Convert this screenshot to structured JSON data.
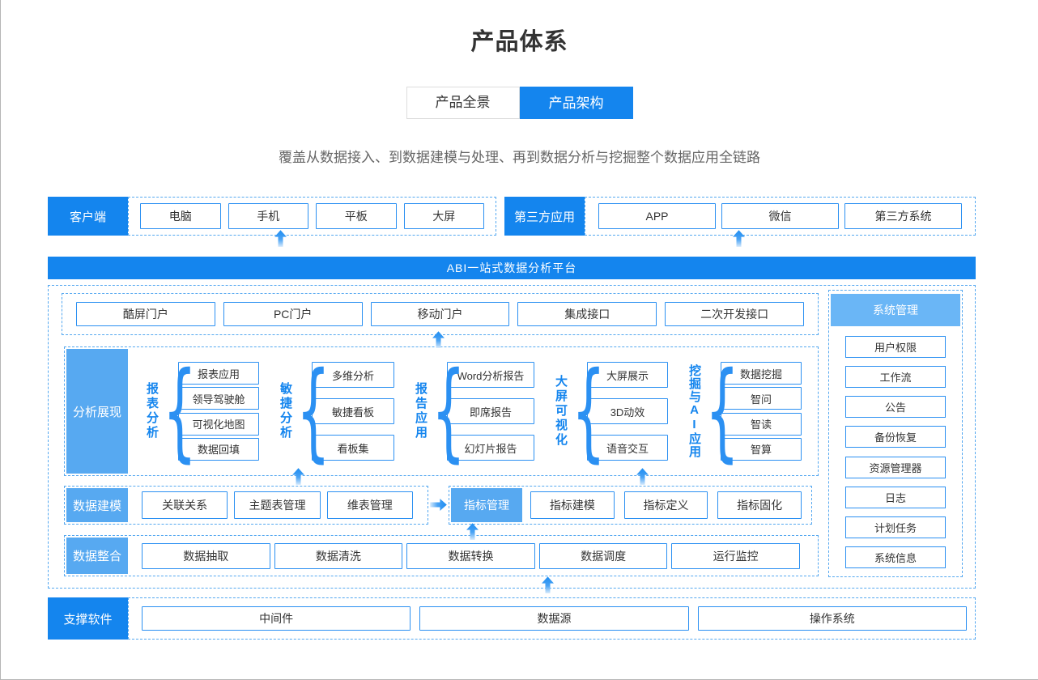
{
  "page": {
    "title": "产品体系",
    "subtitle": "覆盖从数据接入、到数据建模与处理、再到数据分析与挖掘整个数据应用全链路"
  },
  "tabs": {
    "panorama": "产品全景",
    "architecture": "产品架构"
  },
  "client_row": {
    "label": "客户端",
    "items": [
      "电脑",
      "手机",
      "平板",
      "大屏"
    ]
  },
  "thirdparty_row": {
    "label": "第三方应用",
    "items": [
      "APP",
      "微信",
      "第三方系统"
    ]
  },
  "platform": {
    "banner": "ABI一站式数据分析平台"
  },
  "portals": {
    "items": [
      "酷屏门户",
      "PC门户",
      "移动门户",
      "集成接口",
      "二次开发接口"
    ]
  },
  "analysis": {
    "label": "分析展现",
    "groups": [
      {
        "name": "报表分析",
        "items": [
          "报表应用",
          "领导驾驶舱",
          "可视化地图",
          "数据回填"
        ]
      },
      {
        "name": "敏捷分析",
        "items": [
          "多维分析",
          "敏捷看板",
          "看板集"
        ]
      },
      {
        "name": "报告应用",
        "items": [
          "Word分析报告",
          "即席报告",
          "幻灯片报告"
        ]
      },
      {
        "name": "大屏可视化",
        "items": [
          "大屏展示",
          "3D动效",
          "语音交互"
        ]
      },
      {
        "name": "挖掘与AI应用",
        "items": [
          "数据挖掘",
          "智问",
          "智读",
          "智算"
        ]
      }
    ]
  },
  "modeling": {
    "label": "数据建模",
    "items": [
      "关联关系",
      "主题表管理",
      "维表管理"
    ]
  },
  "indicator": {
    "label": "指标管理",
    "items": [
      "指标建模",
      "指标定义",
      "指标固化"
    ]
  },
  "integration": {
    "label": "数据整合",
    "items": [
      "数据抽取",
      "数据清洗",
      "数据转换",
      "数据调度",
      "运行监控"
    ]
  },
  "system": {
    "label": "系统管理",
    "items": [
      "用户权限",
      "工作流",
      "公告",
      "备份恢复",
      "资源管理器",
      "日志",
      "计划任务",
      "系统信息"
    ]
  },
  "support": {
    "label": "支撑软件",
    "items": [
      "中间件",
      "数据源",
      "操作系统"
    ]
  },
  "colors": {
    "primary": "#1485ee",
    "light_label": "#57a9f1",
    "system_header": "#6ab6f6",
    "box_border": "#2b90f2",
    "dashed_border": "#55a8f0"
  }
}
